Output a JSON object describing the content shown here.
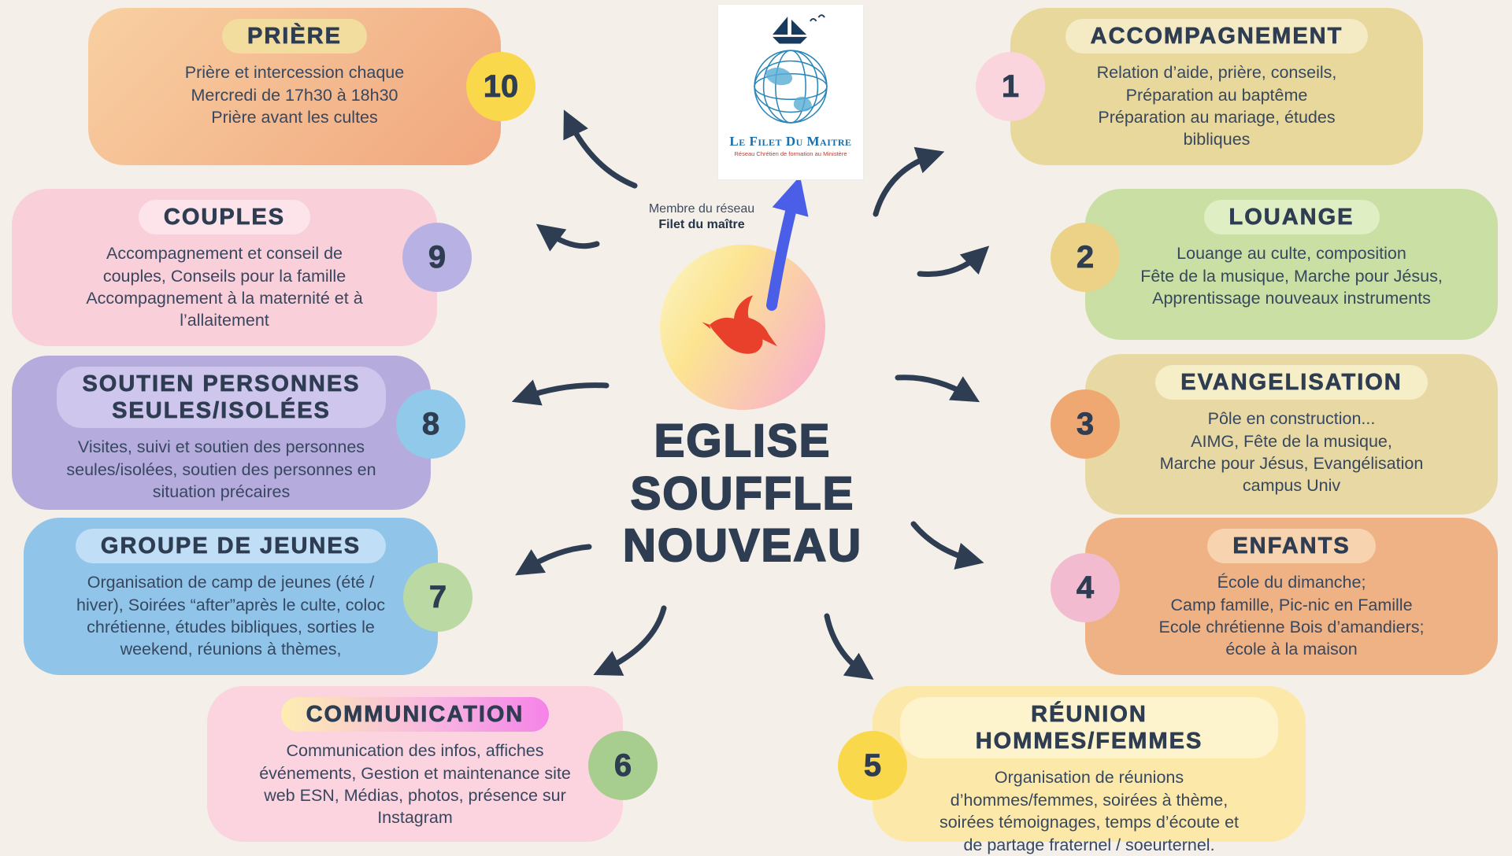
{
  "background_color": "#f4f0e9",
  "arrow_color": "#2e3d52",
  "center": {
    "logo": {
      "title": "Le Filet Du Maitre",
      "subtitle": "Réseau Chrétien de formation au Ministère"
    },
    "membership_line1": "Membre du réseau",
    "membership_line2": "Filet du maître",
    "church_name": [
      "EGLISE",
      "SOUFFLE",
      "NOUVEAU"
    ],
    "circle_gradient": [
      "#fdf6c8",
      "#fce491",
      "#f8a9d6"
    ],
    "dove_color": "#e8402a",
    "blue_arrow_color": "#4a5ee8"
  },
  "cards": [
    {
      "id": "accompagnement",
      "number": "1",
      "title": "ACCOMPAGNEMENT",
      "body": "Relation d’aide, prière, conseils,\nPréparation au baptême\nPréparation au mariage, études\nbibliques",
      "colors": {
        "card": "#e9d89c",
        "pill": "#f4ebc4",
        "number": "#fbd5dd"
      }
    },
    {
      "id": "louange",
      "number": "2",
      "title": "LOUANGE",
      "body": "Louange au culte, composition\nFête de la musique, Marche pour Jésus,\nApprentissage nouveaux instruments",
      "colors": {
        "card": "#c9dfa4",
        "pill": "#e0eec3",
        "number": "#ecd286"
      }
    },
    {
      "id": "evangelisation",
      "number": "3",
      "title": "EVANGELISATION",
      "body": "Pôle en construction...\nAIMG, Fête de la musique,\nMarche pour Jésus, Evangélisation\ncampus Univ",
      "colors": {
        "card": "#e8d8a3",
        "pill": "#f6eec7",
        "number": "#f0a873"
      }
    },
    {
      "id": "enfants",
      "number": "4",
      "title": "ENFANTS",
      "body": "École du dimanche;\nCamp famille,  Pic-nic en Famille\nEcole chrétienne Bois d’amandiers;\nécole à la maison",
      "colors": {
        "card": "#efb284",
        "pill": "#f7d3af",
        "number": "#f3bbd0"
      }
    },
    {
      "id": "reunion",
      "number": "5",
      "title": "RÉUNION HOMMES/FEMMES",
      "body": "Organisation de réunions\nd’hommes/femmes, soirées à thème,\nsoirées témoignages,  temps d’écoute et\nde partage fraternel / soeurternel.",
      "colors": {
        "card": "#fce9aa",
        "pill": "#fdf3cd",
        "number": "#f9d84b"
      }
    },
    {
      "id": "communication",
      "number": "6",
      "title": "COMMUNICATION",
      "body": "Communication des infos, affiches\névénements, Gestion et maintenance site\nweb ESN, Médias, photos, présence sur\nInstagram",
      "colors": {
        "card": "#fbd4df",
        "pill": "linear-gradient(90deg, #fdeeb0, #f8b8e0 55%, #f583e8)",
        "number": "#a7ce8f"
      }
    },
    {
      "id": "jeunes",
      "number": "7",
      "title": "GROUPE DE JEUNES",
      "body": "Organisation de camp de jeunes (été /\nhiver), Soirées “after”après le culte, coloc\nchrétienne, études bibliques, sorties le\nweekend,  réunions à thèmes,",
      "colors": {
        "card": "#91c4e9",
        "pill": "#c0def5",
        "number": "#bad9a3"
      }
    },
    {
      "id": "soutien",
      "number": "8",
      "title": "SOUTIEN PERSONNES\nSEULES/ISOLÉES",
      "body": "Visites, suivi et soutien des personnes\nseules/isolées, soutien des personnes en\nsituation précaires",
      "colors": {
        "card": "#b5acdd",
        "pill": "#cfc6ee",
        "number": "#91c9eb"
      }
    },
    {
      "id": "couples",
      "number": "9",
      "title": "COUPLES",
      "body": "Accompagnement et conseil de\ncouples, Conseils pour la famille\nAccompagnement à la maternité et à\nl’allaitement",
      "colors": {
        "card": "#f9cfd9",
        "pill": "#fce4ea",
        "number": "#b8b2e4"
      }
    },
    {
      "id": "priere",
      "number": "10",
      "title": "PRIÈRE",
      "body": "Prière et intercession chaque\nMercredi  de 17h30 à 18h30\nPrière avant les cultes",
      "colors": {
        "card": "linear-gradient(135deg, #f8d0a2, #f1a67e)",
        "pill": "#f3dd9e",
        "number": "#f9d84b"
      }
    }
  ]
}
